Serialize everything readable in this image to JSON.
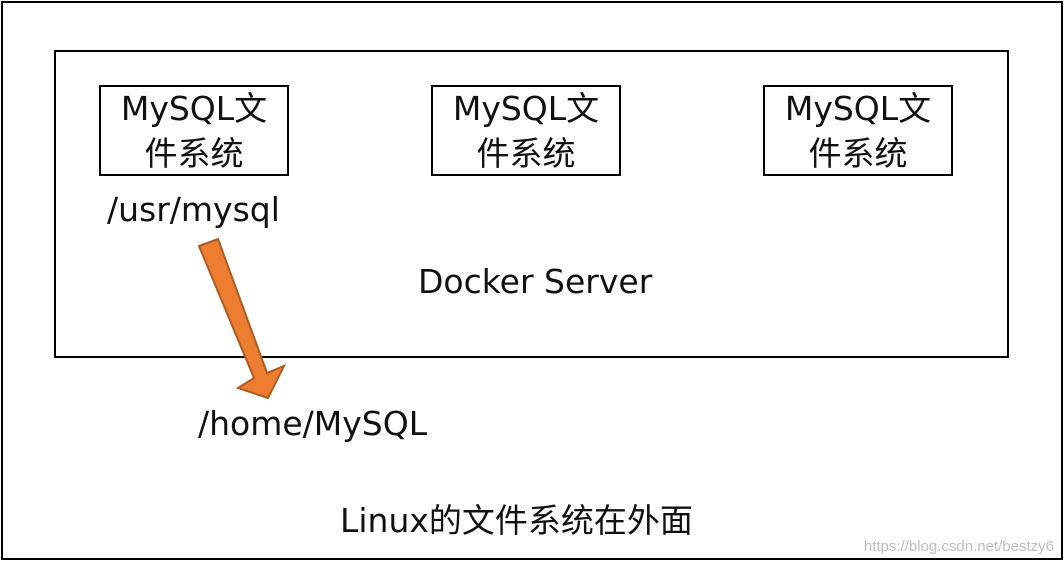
{
  "diagram": {
    "containers": [
      {
        "line1": "MySQL文",
        "line2": "件系统"
      },
      {
        "line1": "MySQL文",
        "line2": "件系统"
      },
      {
        "line1": "MySQL文",
        "line2": "件系统"
      }
    ],
    "container_path": "/usr/mysql",
    "docker_label": "Docker Server",
    "host_path": "/home/MySQL",
    "host_label": "Linux的文件系统在外面"
  },
  "watermark": "https://blog.csdn.net/bestzy6",
  "colors": {
    "arrow_fill": "#ED7D31",
    "arrow_stroke": "#AE5A21",
    "border": "#000000",
    "watermark": "#BDBDBD"
  }
}
